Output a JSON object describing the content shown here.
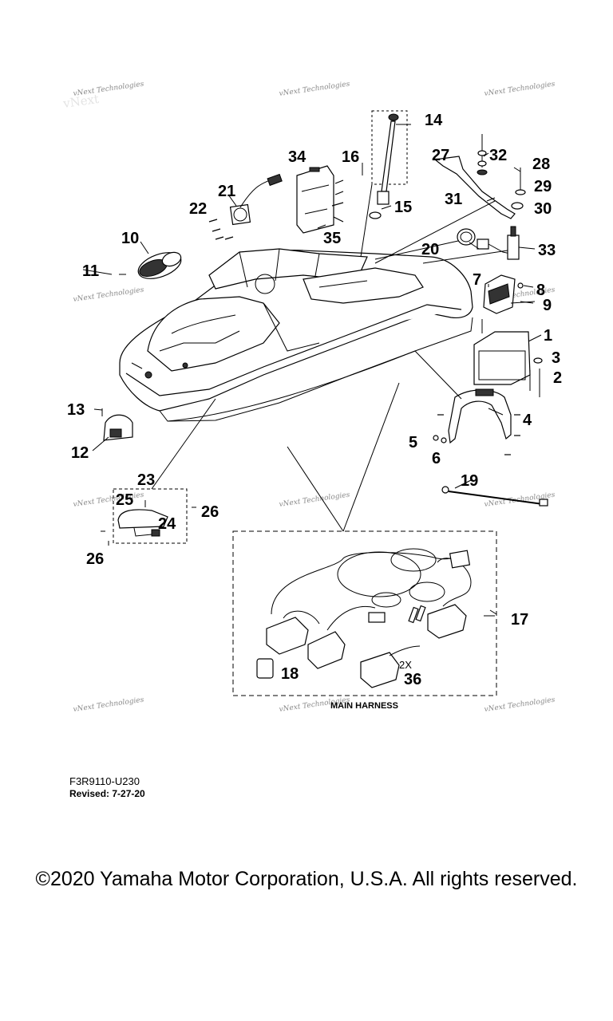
{
  "callouts": {
    "c1": "1",
    "c2": "2",
    "c3": "3",
    "c4": "4",
    "c5": "5",
    "c6": "6",
    "c7": "7",
    "c8": "8",
    "c9": "9",
    "c10": "10",
    "c11": "11",
    "c12": "12",
    "c13": "13",
    "c14": "14",
    "c15": "15",
    "c16": "16",
    "c17": "17",
    "c18": "18",
    "c19": "19",
    "c20": "20",
    "c21": "21",
    "c22": "22",
    "c23": "23",
    "c24": "24",
    "c25": "25",
    "c26a": "26",
    "c26b": "26",
    "c27": "27",
    "c28": "28",
    "c29": "29",
    "c30": "30",
    "c31": "31",
    "c32": "32",
    "c33": "33",
    "c34": "34",
    "c35": "35",
    "c36": "36"
  },
  "harness": {
    "label": "MAIN HARNESS",
    "qty": "2X"
  },
  "watermark": "vNext Technologies",
  "footer": {
    "part_code": "F3R9110-U230",
    "revised": "Revised: 7-27-20",
    "copyright": "©2020 Yamaha Motor Corporation, U.S.A. All rights reserved."
  }
}
